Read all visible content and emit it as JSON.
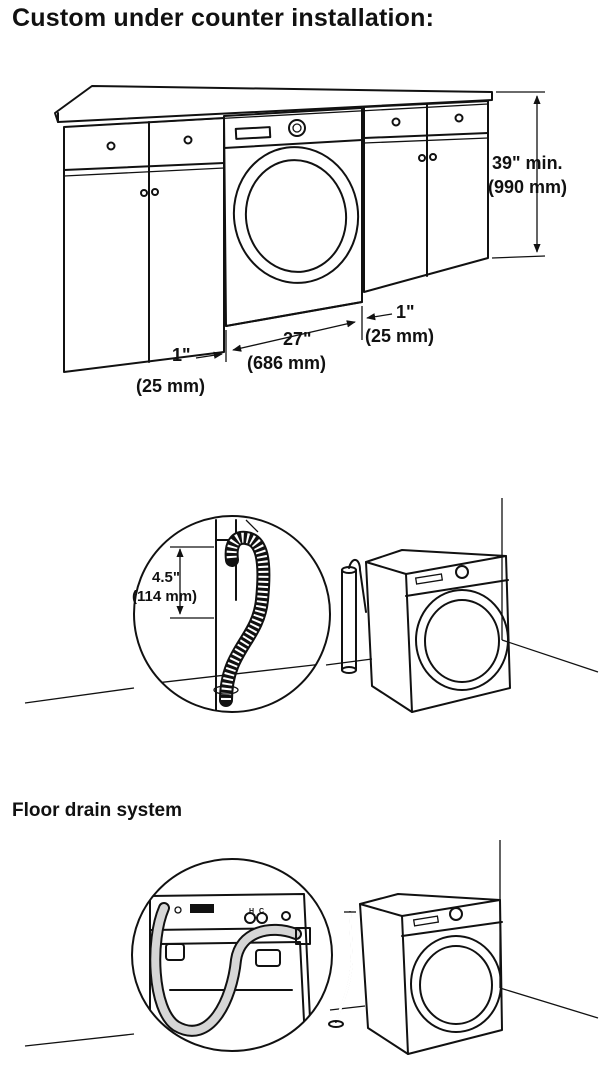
{
  "headings": {
    "title": "Custom under counter installation:",
    "floor_drain": "Floor drain system"
  },
  "under_counter": {
    "height_in": "39\" min.",
    "height_mm": "(990 mm)",
    "right_gap_in": "1\"",
    "right_gap_mm": "(25 mm)",
    "width_in": "27\"",
    "width_mm": "(686 mm)",
    "left_gap_in": "1\"",
    "left_gap_mm": "(25 mm)"
  },
  "standpipe": {
    "height_in": "4.5\"",
    "height_mm": "(114 mm)"
  },
  "floor_drain_panel": {
    "label_h": "H",
    "label_c": "C"
  },
  "colors": {
    "line": "#111111",
    "background": "#ffffff"
  }
}
